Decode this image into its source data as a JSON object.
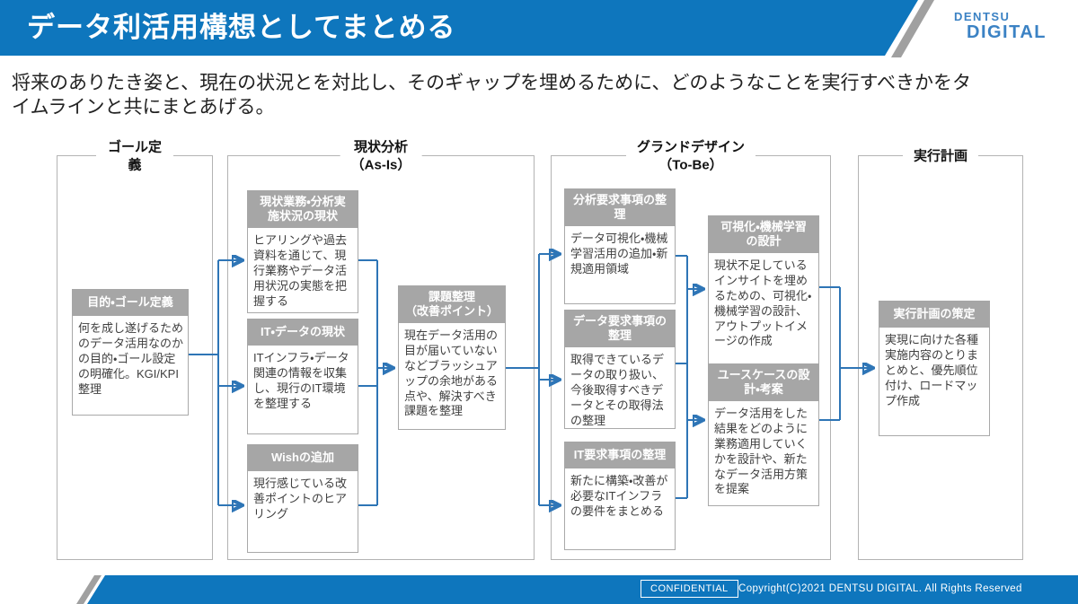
{
  "header": {
    "title": "データ利活用構想としてまとめる",
    "logo": {
      "line1": "DENTSU",
      "line2": "DIGITAL"
    }
  },
  "intro": "将来のありたき姿と、現在の状況とを対比し、そのギャップを埋めるために、どのようなことを実行すべきかをタイムラインと共にまとあげる。",
  "colors": {
    "header_blue": "#0e76bd",
    "connector_blue": "#2e75b6",
    "box_header_gray": "#a6a6a6",
    "stripe_gray": "#a0a0a0",
    "logo_blue": "#3b82c4"
  },
  "diagram": {
    "columns": [
      {
        "label": "ゴール定義"
      },
      {
        "label": "現状分析\n（As-Is）"
      },
      {
        "label": "グランドデザイン\n（To-Be）"
      },
      {
        "label": "実行計画"
      }
    ],
    "boxes": {
      "goal": {
        "title": "目的・ゴール定義",
        "body": "何を成し遂げるためのデータ活用なのかの目的・ゴール設定の明確化。KGI/KPI整理"
      },
      "current_biz": {
        "title": "現状業務・分析実\n施状況の現状",
        "body": "ヒアリングや過去資料を通じて、現行業務やデータ活用状況の実態を把握する"
      },
      "it_data": {
        "title": "IT・データの現状",
        "body": "ITインフラ・データ関連の情報を収集し、現行のIT環境を整理する"
      },
      "wish": {
        "title": "Wishの追加",
        "body": "現行感じている改善ポイントのヒアリング"
      },
      "issues": {
        "title": "課題整理\n（改善ポイント）",
        "body": "現在データ活用の目が届いていないなどブラッシュアップの余地がある点や、解決すべき課題を整理"
      },
      "analysis_req": {
        "title": "分析要求事項の整\n理",
        "body": "データ可視化・機械学習活用の追加・新規適用領域"
      },
      "data_req": {
        "title": "データ要求事項の\n整理",
        "body": "取得できているデータの取り扱い、今後取得すべきデータとその取得法の整理"
      },
      "it_req": {
        "title": "IT要求事項の整理",
        "body": "新たに構築・改善が必要なITインフラの要件をまとめる"
      },
      "visualization": {
        "title": "可視化・機械学習\nの設計",
        "body": "現状不足しているインサイトを埋めるための、可視化・機械学習の設計、アウトプットイメージの作成"
      },
      "usecase": {
        "title": "ユースケースの設\n計・考案",
        "body": "データ活用をした結果をどのように業務適用していくかを設計や、新たなデータ活用方策を提案"
      },
      "exec_plan": {
        "title": "実行計画の策定",
        "body": "実現に向けた各種実施内容のとりまとめと、優先順位付け、ロードマップ作成"
      }
    }
  },
  "footer": {
    "confidential": "CONFIDENTIAL",
    "copyright": "Copyright(C)2021 DENTSU DIGITAL. All Rights Reserved"
  }
}
